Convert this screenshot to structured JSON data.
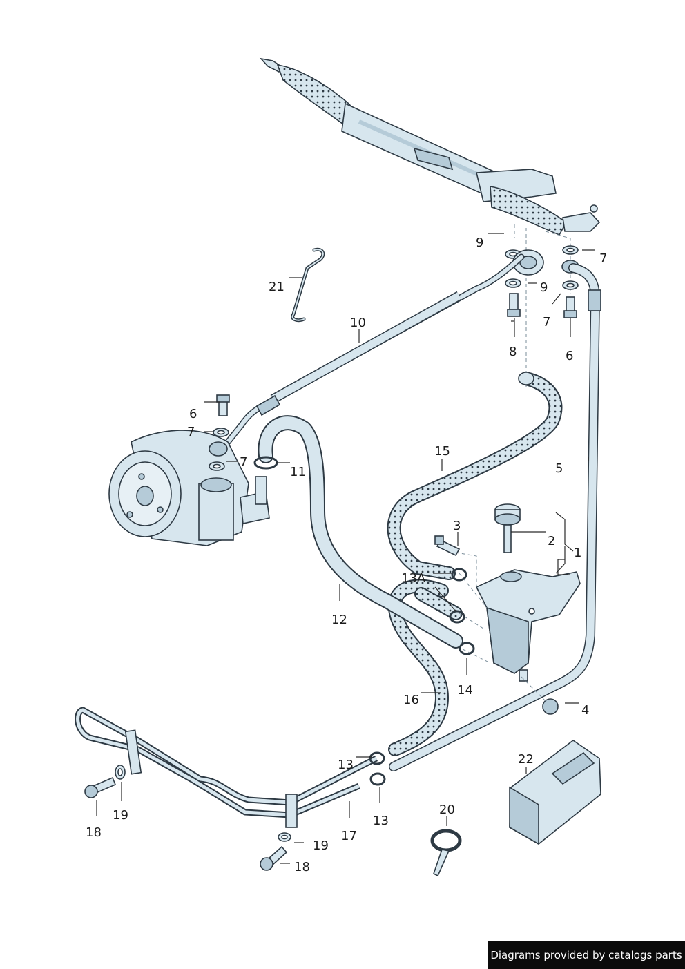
{
  "labels": {
    "l1": "1",
    "l2": "2",
    "l3": "3",
    "l4": "4",
    "l5": "5",
    "l6a": "6",
    "l6b": "6",
    "l7a": "7",
    "l7b": "7",
    "l7c": "7",
    "l7d": "7",
    "l8": "8",
    "l9a": "9",
    "l9b": "9",
    "l10": "10",
    "l11": "11",
    "l12": "12",
    "l13a": "13",
    "l13b": "13",
    "l13A": "13A",
    "l14": "14",
    "l15": "15",
    "l16": "16",
    "l17": "17",
    "l18a": "18",
    "l18b": "18",
    "l19a": "19",
    "l19b": "19",
    "l20": "20",
    "l21": "21",
    "l22": "22"
  },
  "footer": {
    "text": "Diagrams provided by catalogs parts"
  },
  "colors": {
    "part_fill": "#d7e6ee",
    "part_shade": "#b5cbd8",
    "outline": "#2e3a44",
    "leader": "#2a2a2a",
    "footer_bg": "#0b0b0b"
  }
}
